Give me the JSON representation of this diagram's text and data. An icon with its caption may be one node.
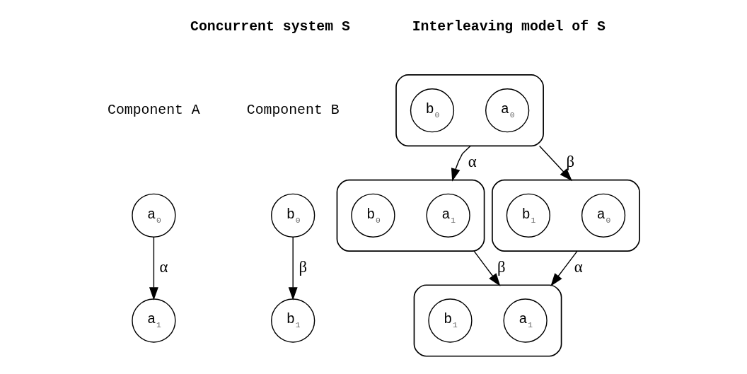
{
  "diagram": {
    "nodes": [
      {
        "text": [
          "a$_{0}$"
        ]
      },
      {
        "text": [
          "a$_{1}$"
        ]
      },
      {
        "text": [
          "b$_{0}$"
        ]
      },
      {
        "text": [
          "b$_{1}$"
        ]
      },
      {
        "text": [],
        "shape": "ellipse"
      },
      {
        "text": [
          "a$_{0}$"
        ],
        "in": 4
      },
      {
        "text": [
          "b$_{0}$"
        ],
        "in": 4
      },
      {
        "text": [],
        "shape": "ellipse"
      },
      {
        "text": [
          "a$_{1}$"
        ],
        "in": 7
      },
      {
        "text": [
          "b$_{0}$"
        ],
        "in": 7
      },
      {
        "text": [],
        "shape": "ellipse"
      },
      {
        "text": [
          "a$_{0}$"
        ],
        "in": 10
      },
      {
        "text": [
          "b$_{1}$"
        ],
        "in": 10
      },
      {
        "text": [],
        "shape": "ellipse"
      },
      {
        "text": [
          "a$_{1}$"
        ],
        "in": 13
      },
      {
        "text": [
          "b$_{1}$"
        ],
        "in": 13
      }
    ],
    "edges": [
      {
        "from": 0,
        "to": 1,
        "arrow": "to",
        "label": "α"
      },
      {
        "from": 2,
        "to": 3,
        "arrow": "to",
        "label": "β"
      },
      {
        "from": 4,
        "to": 7,
        "arrow": "to",
        "label": "α"
      },
      {
        "from": 4,
        "to": 10,
        "arrow": "to",
        "label": "β"
      },
      {
        "from": 7,
        "to": 13,
        "arrow": "to",
        "label": "β"
      },
      {
        "from": 10,
        "to": 13,
        "arrow": "to",
        "label": "α"
      }
    ],
    "labels": [
      "Interleaving model of S",
      "Concurrent system S",
      "Component A",
      "Component B"
    ]
  }
}
